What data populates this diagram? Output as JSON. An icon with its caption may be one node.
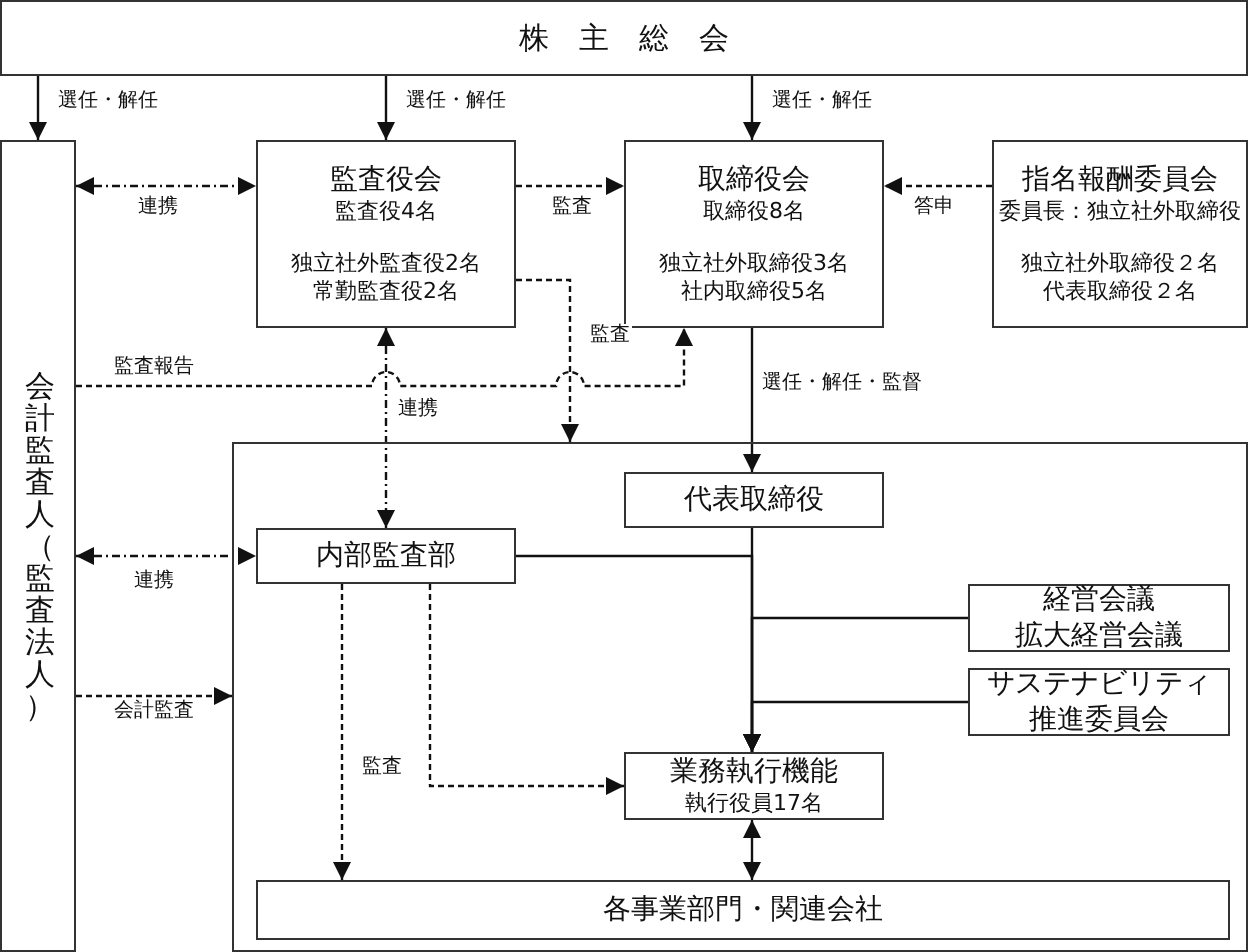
{
  "diagram": {
    "nodes": [
      {
        "text": [
          "株主総会"
        ]
      },
      {
        "text": [
          "会計監査人（監査法人）"
        ]
      },
      {
        "text": [
          "監査役会",
          "監査役4名",
          "独立社外監査役2名",
          "常勤監査役2名"
        ]
      },
      {
        "text": [
          "取締役会",
          "取締役8名",
          "独立社外取締役3名",
          "社内取締役5名"
        ]
      },
      {
        "text": [
          "指名報酬委員会",
          "委員長：独立社外取締役",
          "独立社外取締役２名",
          "代表取締役２名"
        ]
      },
      {
        "text": [],
        "shape": "box"
      },
      {
        "text": [
          "代表取締役"
        ],
        "in": 5
      },
      {
        "text": [
          "内部監査部"
        ],
        "in": 5
      },
      {
        "text": [
          "経営会議",
          "拡大経営会議"
        ],
        "in": 5
      },
      {
        "text": [
          "サステナビリティ推進委員会"
        ],
        "in": 5
      },
      {
        "text": [
          "業務執行機能",
          "執行役員17名"
        ],
        "in": 5
      },
      {
        "text": [
          "各事業部門・関連会社"
        ],
        "in": 5
      }
    ],
    "edges": [
      {
        "from": 0,
        "to": 1,
        "arrow": "to",
        "label": "選任・解任"
      },
      {
        "from": 0,
        "to": 2,
        "arrow": "to",
        "label": "選任・解任"
      },
      {
        "from": 0,
        "to": 3,
        "arrow": "to",
        "label": "選任・解任"
      },
      {
        "from": 1,
        "to": 2,
        "arrow": "both",
        "label": "連携",
        "style": "dashed"
      },
      {
        "from": 2,
        "to": 3,
        "arrow": "to",
        "label": "監査",
        "style": "dashed"
      },
      {
        "from": 4,
        "to": 3,
        "arrow": "to",
        "label": "答申",
        "style": "dashed"
      },
      {
        "from": 1,
        "to": 3,
        "arrow": "to",
        "label": "監査報告",
        "style": "dashed"
      },
      {
        "from": 2,
        "to": 5,
        "arrow": "to",
        "label": "監査",
        "style": "dashed"
      },
      {
        "from": 2,
        "to": 7,
        "arrow": "both",
        "label": "連携",
        "style": "dashed"
      },
      {
        "from": 3,
        "to": 6,
        "arrow": "to",
        "label": "選任・解任・監督"
      },
      {
        "from": 1,
        "to": 7,
        "arrow": "both",
        "label": "連携",
        "style": "dashed"
      },
      {
        "from": 1,
        "to": 5,
        "arrow": "to",
        "label": "会計監査",
        "style": "dashed"
      },
      {
        "from": 6,
        "to": 10,
        "arrow": "to"
      },
      {
        "from": 7,
        "to": 10,
        "arrow": "to"
      },
      {
        "from": 8,
        "to": 10,
        "arrow": "to"
      },
      {
        "from": 9,
        "to": 10,
        "arrow": "to"
      },
      {
        "from": 7,
        "to": 10,
        "arrow": "to",
        "label": "監査",
        "style": "dashed"
      },
      {
        "from": 7,
        "to": 11,
        "arrow": "to",
        "style": "dashed"
      },
      {
        "from": 10,
        "to": 11,
        "arrow": "both"
      }
    ]
  }
}
